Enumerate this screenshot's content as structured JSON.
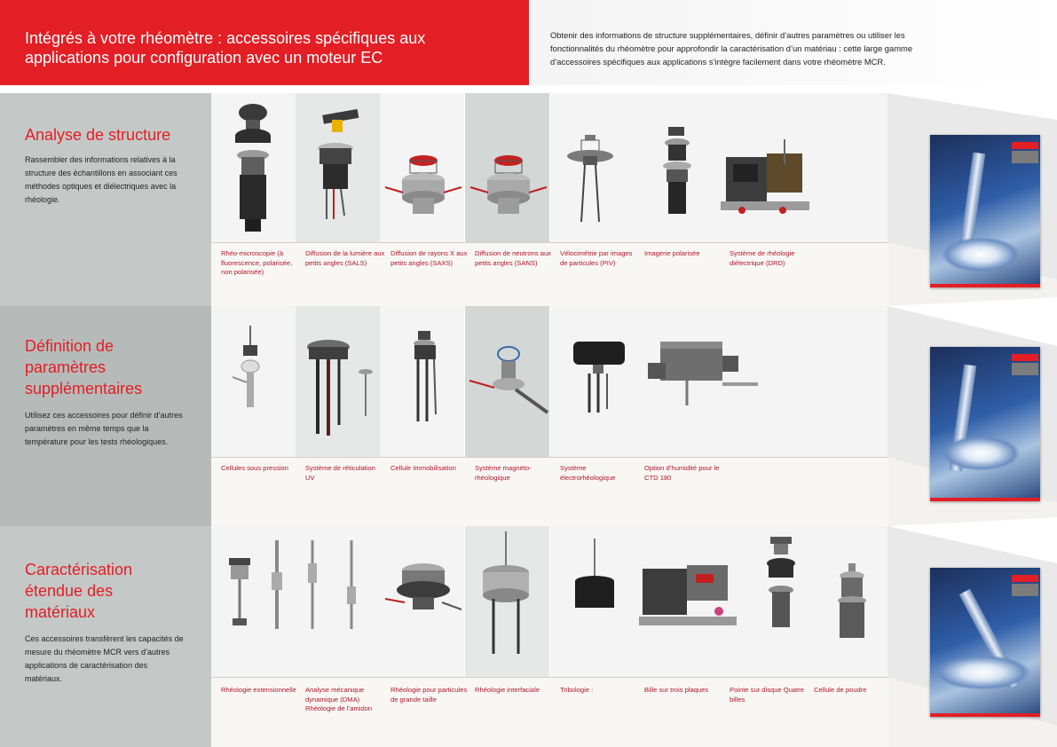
{
  "header": {
    "title": "Intégrés à votre rhéomètre : accessoires spécifiques aux applications pour configuration avec un moteur EC",
    "intro": "Obtenir des informations de structure supplémentaires, définir d’autres paramètres ou utiliser les fonctionnalités du rhéomètre pour approfondir la caractérisation d’un matériau : cette large gamme d’accessoires spécifiques aux applications s’intègre facilement dans votre rhéomètre MCR."
  },
  "colors": {
    "accent": "#e31e24",
    "label": "#b0162a",
    "panel": "#c4c8c6"
  },
  "sections": [
    {
      "title": "Analyse de structure",
      "description": "Rassembler des informations relatives à la structure des échantillons en associant ces méthodes optiques et diélectriques avec la rhéologie.",
      "items": [
        "Rhéo-microscopie (à fluorescence, polarisée, non polarisée)",
        "Diffusion de la lumière aux petits angles (SALS)",
        "Diffusion de rayons X aux petits angles (SAXS)",
        "Diffusion de neutrons aux petits angles (SANS)",
        "Vélocimétrie par images de particules (PIV)",
        "Imagerie polarisée",
        "Système de rhéologie diélectrique (DRD)"
      ]
    },
    {
      "title": "Définition de paramètres supplémentaires",
      "description": "Utilisez ces accessoires pour définir d’autres paramètres en même temps que la température pour les tests rhéologiques.",
      "items": [
        "Cellules sous pression",
        "Système de réticulation UV",
        "Cellule Immobilisation",
        "Système magnéto-rhéologique",
        "Système électrorhéologique",
        "Option d’humidité pour le CTD 180"
      ]
    },
    {
      "title": "Caractérisation étendue des matériaux",
      "description": "Ces accessoires transfèrent les capacités de mesure du rhéomètre MCR vers d’autres applications de caractérisation des matériaux.",
      "items": [
        "Rhéologie extensionnelle",
        "Analyse mécanique dynamique (DMA) Rhéologie de l’amidon",
        "Rhéologie pour particules de grande taille",
        "Rhéologie interfaciale",
        "Tribologie :",
        "Bille sur trois plaques",
        "Pointe sur disque Quatre billes",
        "Cellule de poudre"
      ]
    }
  ]
}
